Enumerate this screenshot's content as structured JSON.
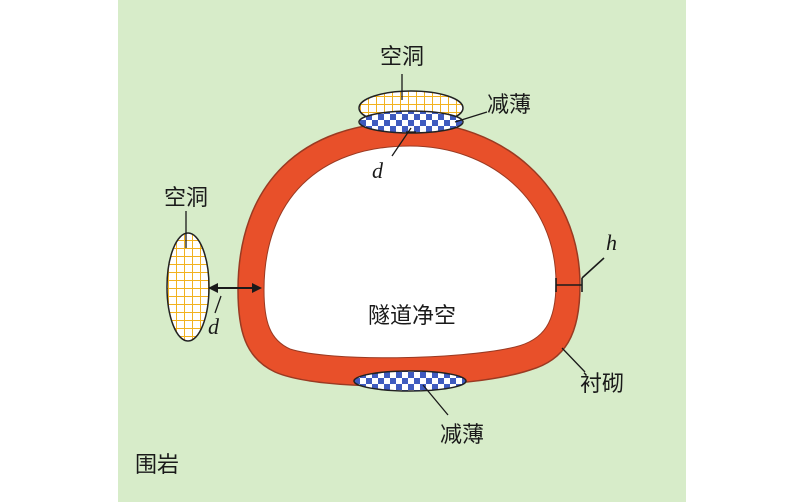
{
  "labels": {
    "void_top": "空洞",
    "thinning_top": "减薄",
    "d_top": "d",
    "void_left": "空洞",
    "d_left": "d",
    "h": "h",
    "clearance": "隧道净空",
    "lining": "衬砌",
    "thinning_bottom": "减薄",
    "surrounding_rock": "围岩"
  },
  "colors": {
    "rock": "#d7ecc9",
    "lining": "#e8502a",
    "void_grid": "#f2b21f",
    "thinning_checker": "#3f5bbf",
    "clearance": "#ffffff"
  },
  "icons": {
    "void": "yellow-grid-pattern",
    "thinning": "blue-checker-pattern",
    "dimension": "double-arrow"
  }
}
